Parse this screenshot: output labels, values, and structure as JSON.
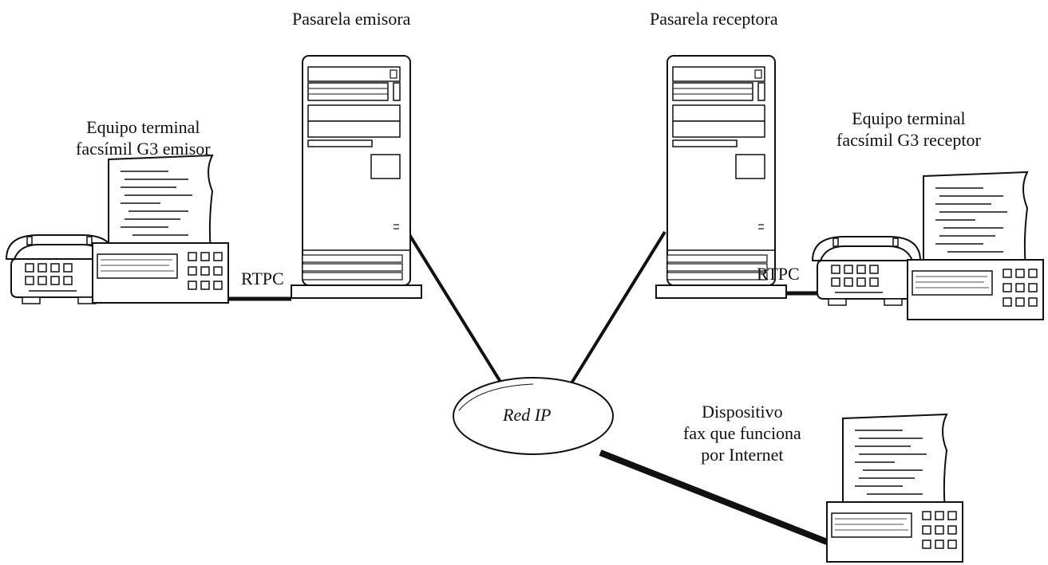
{
  "labels": {
    "sending_gateway": "Pasarela emisora",
    "receiving_gateway": "Pasarela receptora",
    "sender_terminal": [
      "Equipo terminal",
      "facsímil  G3 emisor"
    ],
    "receiver_terminal": [
      "Equipo terminal",
      "facsímil  G3 receptor"
    ],
    "pstn_left": "RTPC",
    "pstn_right": "RTPC",
    "network": "Red IP",
    "internet_fax": [
      "Dispositivo",
      "fax que funciona",
      "por Internet"
    ]
  },
  "colors": {
    "ink": "#111111",
    "background": "#ffffff"
  },
  "icons": [
    "fax-machine-icon",
    "telephone-icon",
    "server-tower-icon",
    "ip-network-cloud-icon"
  ]
}
